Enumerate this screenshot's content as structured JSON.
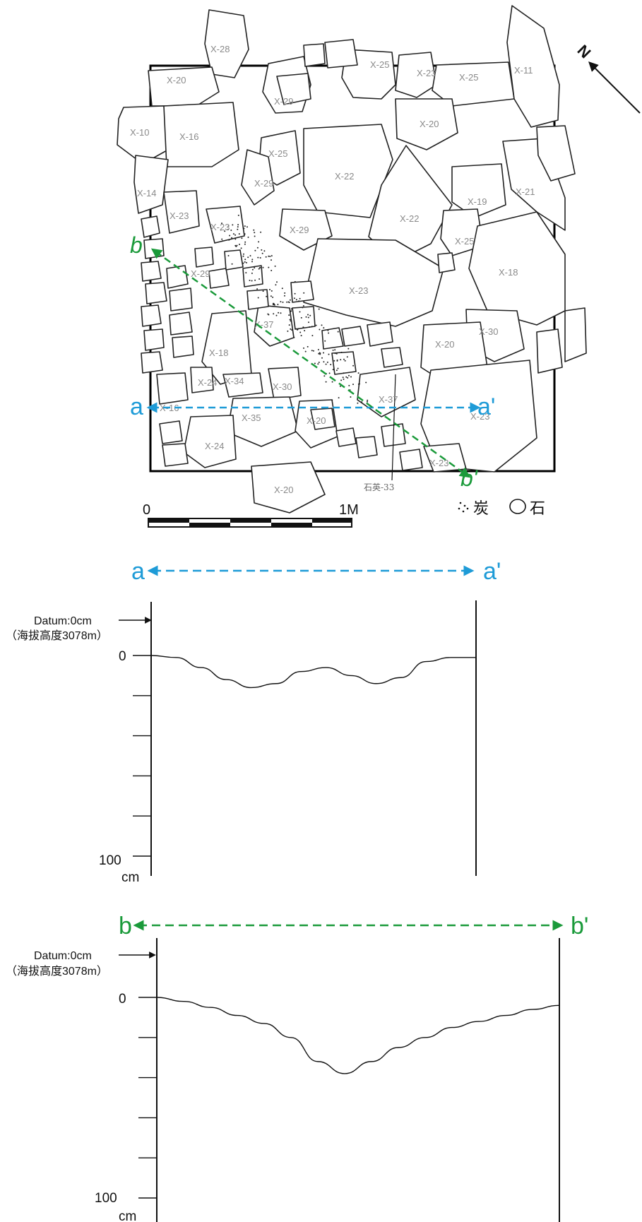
{
  "plan": {
    "north": "N",
    "stones": [
      {
        "label": "X-28"
      },
      {
        "label": "X-20"
      },
      {
        "label": "X-10"
      },
      {
        "label": "X-16"
      },
      {
        "label": "X-29"
      },
      {
        "label": "X-29"
      },
      {
        "label": "X-25"
      },
      {
        "label": "X-25"
      },
      {
        "label": "X-23"
      },
      {
        "label": "X-25"
      },
      {
        "label": "X-11"
      },
      {
        "label": "X-20"
      },
      {
        "label": "X-22"
      },
      {
        "label": "X-22"
      },
      {
        "label": "X-14"
      },
      {
        "label": "X-23"
      },
      {
        "label": "X-23"
      },
      {
        "label": "X-29"
      },
      {
        "label": "X-19"
      },
      {
        "label": "X-21"
      },
      {
        "label": "X-25"
      },
      {
        "label": "X-18"
      },
      {
        "label": "X-23"
      },
      {
        "label": "X-30"
      },
      {
        "label": "X-20"
      },
      {
        "label": "X-37"
      },
      {
        "label": "X-18"
      },
      {
        "label": "X-34"
      },
      {
        "label": "X-30"
      },
      {
        "label": "X-37"
      },
      {
        "label": "X-35"
      },
      {
        "label": "X-20"
      },
      {
        "label": "X-23"
      },
      {
        "label": "X-24"
      },
      {
        "label": "X-23"
      },
      {
        "label": "X-20"
      },
      {
        "label": "X-29"
      },
      {
        "label": "X-16"
      },
      {
        "label": "X-24"
      }
    ],
    "quartz_label": "石英-33",
    "section_a": {
      "start": "a",
      "end": "a'",
      "color": "#1e9bd7"
    },
    "section_b": {
      "start": "b",
      "end": "b'",
      "color": "#1a9a3a"
    },
    "scale": {
      "start": "0",
      "end": "1M"
    },
    "legend": {
      "charcoal": "炭",
      "stone": "石"
    }
  },
  "profile_a": {
    "start": "a",
    "end": "a'",
    "datum_line1": "Datum:0cm",
    "datum_line2": "（海拔高度3078m）",
    "tick_top": "0",
    "tick_bottom": "100",
    "unit": "cm",
    "depth_profile": [
      0,
      1,
      6,
      12,
      16,
      14,
      8,
      6,
      10,
      14,
      11,
      3,
      1,
      1
    ]
  },
  "profile_b": {
    "start": "b",
    "end": "b'",
    "datum_line1": "Datum:0cm",
    "datum_line2": "（海拔高度3078m）",
    "tick_top": "0",
    "tick_bottom": "100",
    "unit": "cm",
    "depth_profile": [
      0,
      2,
      5,
      9,
      13,
      20,
      32,
      38,
      32,
      25,
      20,
      15,
      12,
      9,
      6,
      4
    ]
  }
}
